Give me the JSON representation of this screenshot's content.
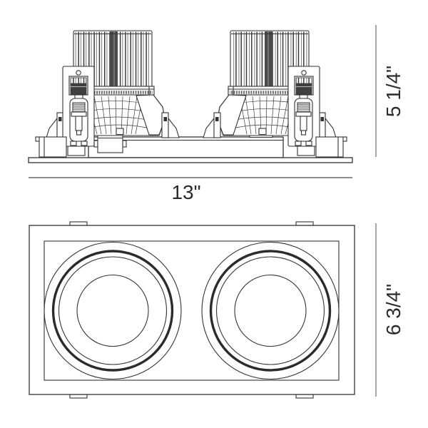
{
  "drawing": {
    "side_view": {
      "width_dim": "13\"",
      "height_dim": "5 1/4\""
    },
    "plan_view": {
      "height_dim": "6 3/4\""
    },
    "colors": {
      "line": "#333333",
      "dim_line_vertical": "#9e9e9e",
      "dim_line_horizontal": "#4a4a4a",
      "text": "#2b2b2b",
      "fin_dark_band": "#4a4a4a",
      "screw_block": "#3f3f3f",
      "thick_ring": "#2b2b2b",
      "background": "#ffffff"
    }
  }
}
